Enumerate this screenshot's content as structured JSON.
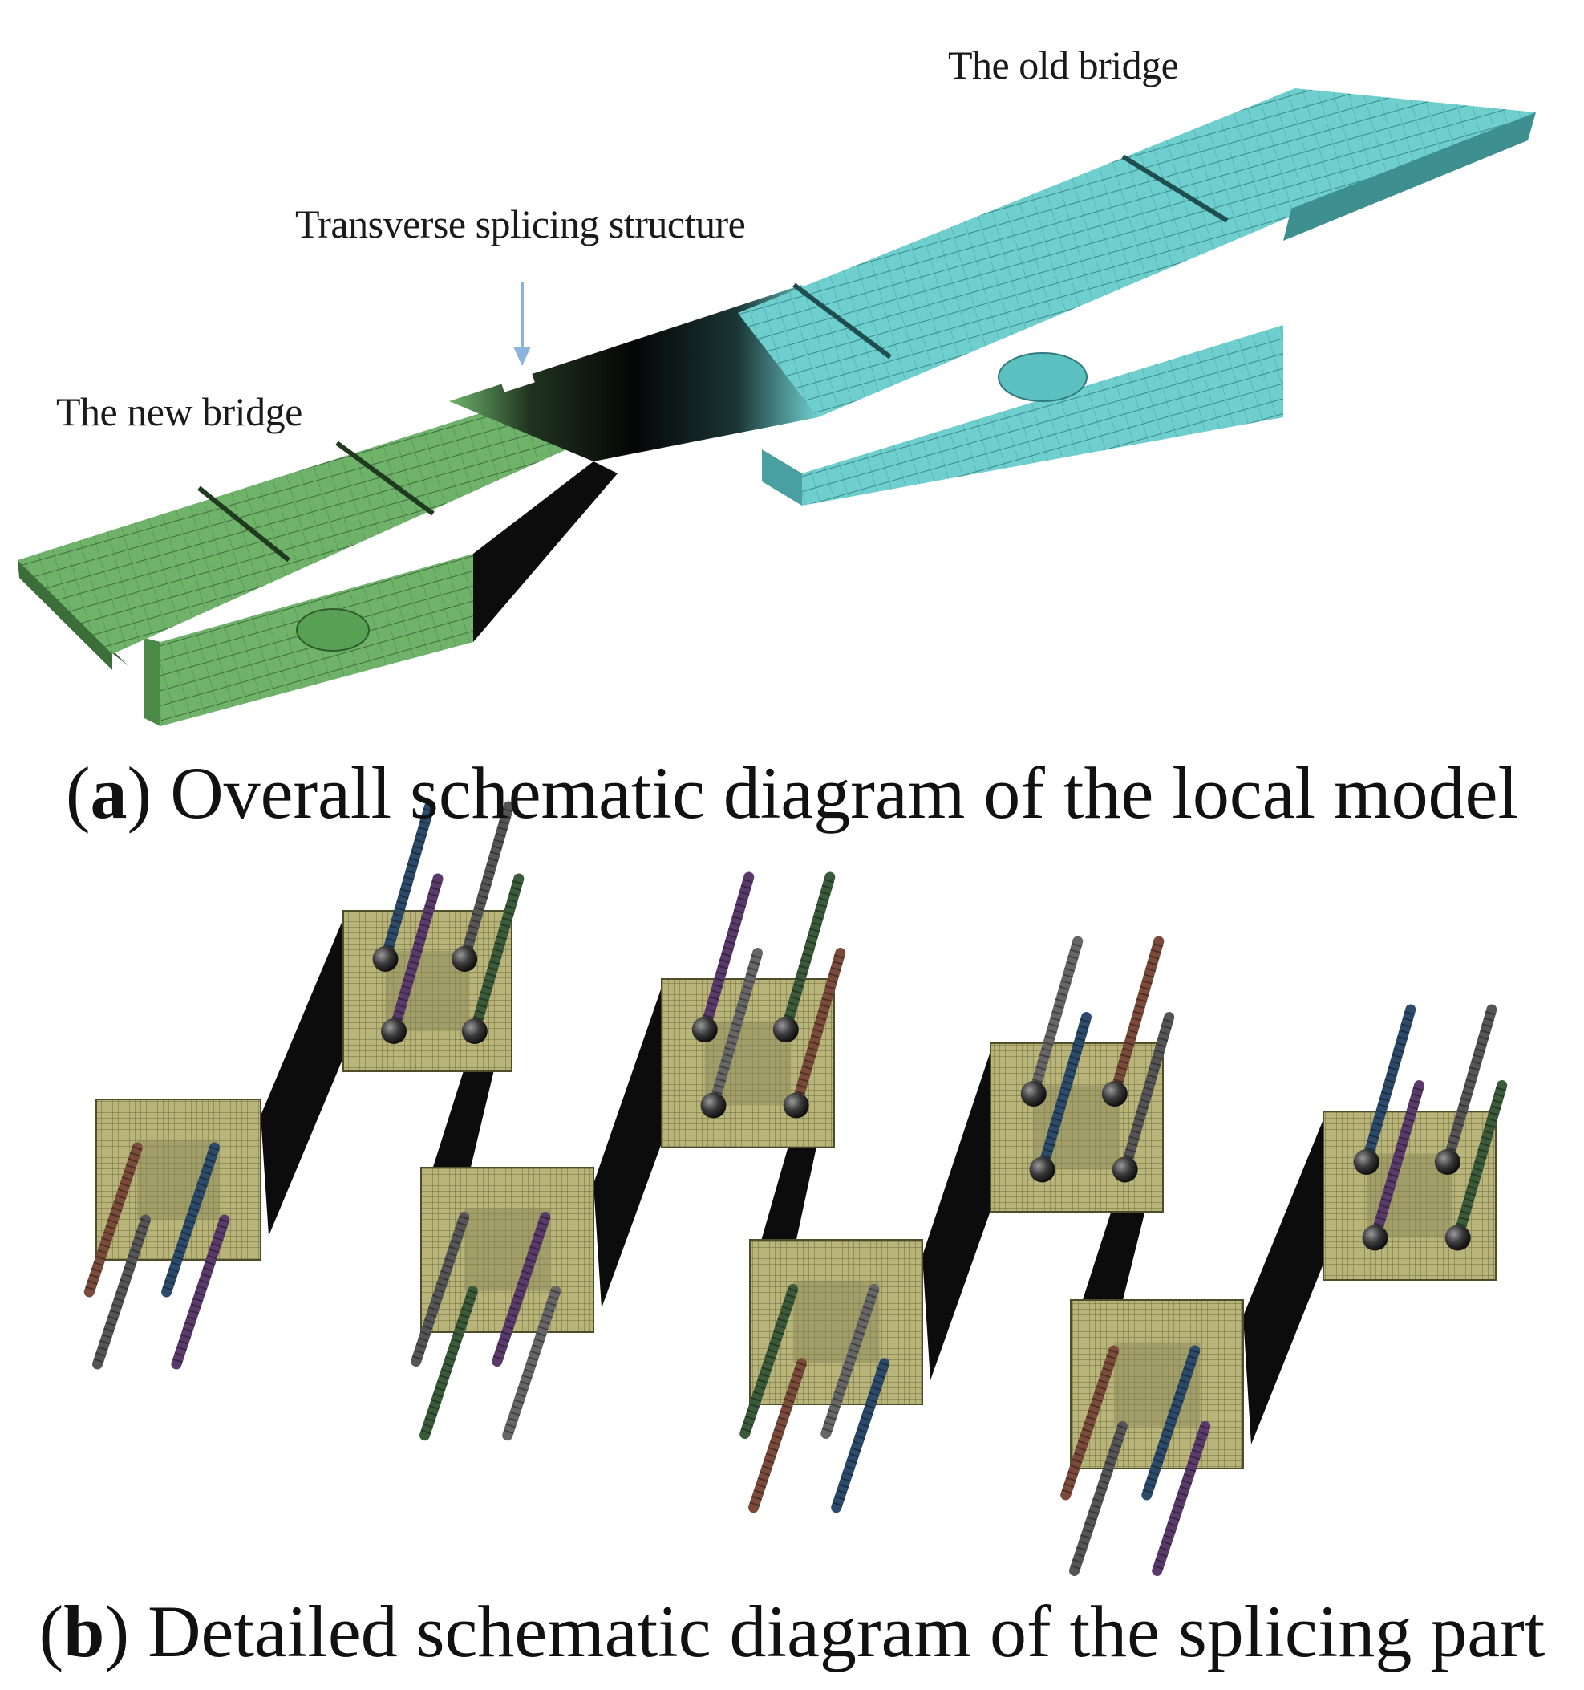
{
  "panel_a": {
    "labels": {
      "old_bridge": "The old  bridge",
      "transverse": "Transverse splicing  structure",
      "new_bridge": "The new bridge"
    },
    "caption": {
      "letter": "a",
      "text": "Overall schematic diagram of the local model"
    }
  },
  "panel_b": {
    "caption": {
      "letter": "b",
      "text": "Detailed schematic diagram of the splicing part"
    }
  },
  "colors": {
    "new_bridge": "#6fb36b",
    "old_bridge": "#6fcfcf",
    "splice_plate": "#b9b57a",
    "web": "#0c0c0c",
    "arrow": "#8ab4dc"
  }
}
